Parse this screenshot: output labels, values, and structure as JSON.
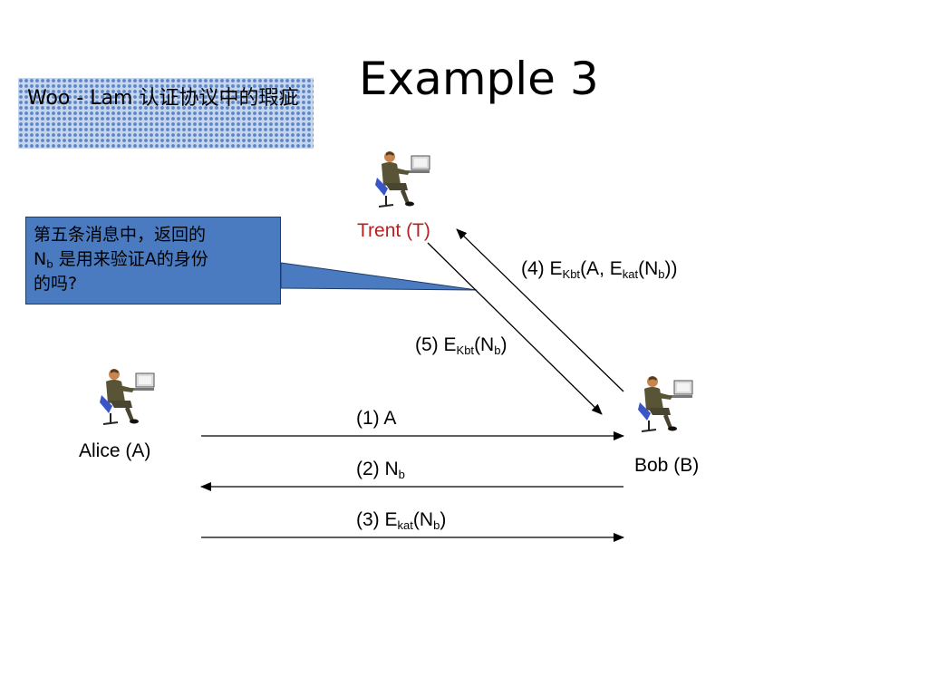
{
  "slide": {
    "title": "Example 3",
    "tag_text": "Woo - Lam 认证协议中的瑕疵",
    "callout": {
      "line1": "第五条消息中，返回的",
      "n": "N",
      "b": "b",
      "rest2": " 是用来验证A的身份",
      "line3": "的吗?"
    }
  },
  "diagram": {
    "participants": {
      "alice": "Alice (A)",
      "bob": "Bob (B)",
      "trent": "Trent (T)"
    },
    "messages": {
      "m1": {
        "text": "(1) A"
      },
      "m2": {
        "pre": "(2) N",
        "sub": "b"
      },
      "m3": {
        "pre": "(3) E",
        "sub1": "kat",
        "mid": "(N",
        "sub2": "b",
        "post": ")"
      },
      "m4": {
        "pre": "(4) E",
        "sub1": "Kbt",
        "mid1": "(A, E",
        "sub2": "kat",
        "mid2": "(N",
        "sub3": "b",
        "post": "))"
      },
      "m5": {
        "pre": "(5) E",
        "sub1": "Kbt",
        "mid": "(N",
        "sub2": "b",
        "post": ")"
      }
    },
    "colors": {
      "trent_label": "#b22222",
      "callout_bg": "#4a7bc0",
      "tag_dots": "#5d86c8"
    },
    "icons": [
      "person-at-computer-icon"
    ]
  }
}
